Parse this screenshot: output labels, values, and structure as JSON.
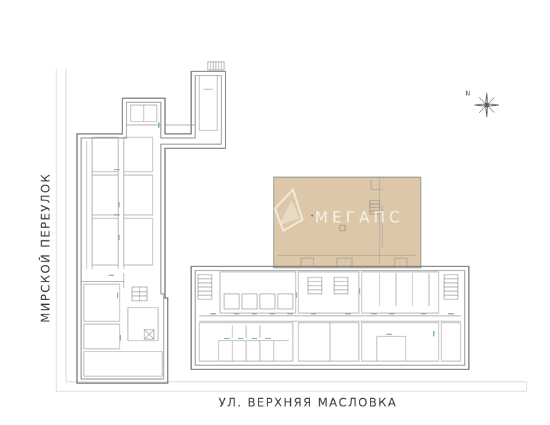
{
  "streets": {
    "vertical_label": "МИРСКОЙ ПЕРЕУЛОК",
    "horizontal_label": "УЛ. ВЕРХНЯЯ МАСЛОВКА"
  },
  "watermark": {
    "text": "МЕГАПС"
  },
  "compass": {
    "north_letter": "N"
  },
  "colors": {
    "highlight_fill": "#dcc8a8",
    "wall": "#8a8a8a",
    "door_marker": "#7fb7c4",
    "street_line": "#d6d6d6"
  },
  "icons": [
    "compass-rose-icon",
    "logo-watermark-icon",
    "stair-icon",
    "elevator-icon"
  ]
}
